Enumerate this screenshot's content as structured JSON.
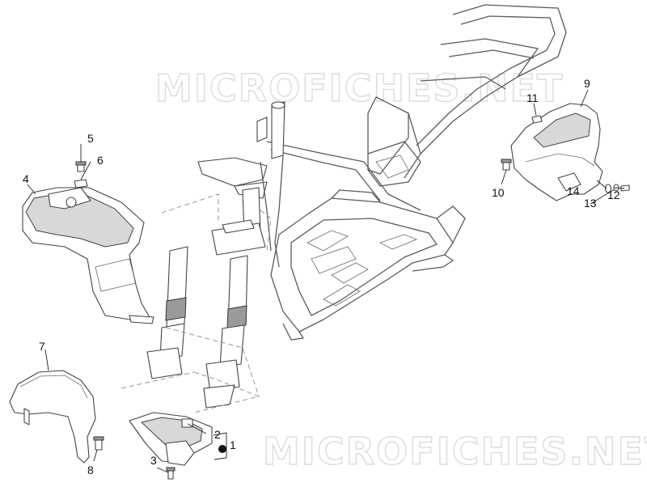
{
  "watermark": "MICROFICHES.NET",
  "callouts": [
    {
      "id": "1",
      "label": "1"
    },
    {
      "id": "2",
      "label": "2"
    },
    {
      "id": "3",
      "label": "3"
    },
    {
      "id": "4",
      "label": "4"
    },
    {
      "id": "5",
      "label": "5"
    },
    {
      "id": "6",
      "label": "6"
    },
    {
      "id": "7",
      "label": "7"
    },
    {
      "id": "8",
      "label": "8"
    },
    {
      "id": "9",
      "label": "9"
    },
    {
      "id": "10",
      "label": "10"
    },
    {
      "id": "11",
      "label": "11"
    },
    {
      "id": "12",
      "label": "12"
    },
    {
      "id": "13",
      "label": "13"
    },
    {
      "id": "14",
      "label": "14"
    }
  ]
}
